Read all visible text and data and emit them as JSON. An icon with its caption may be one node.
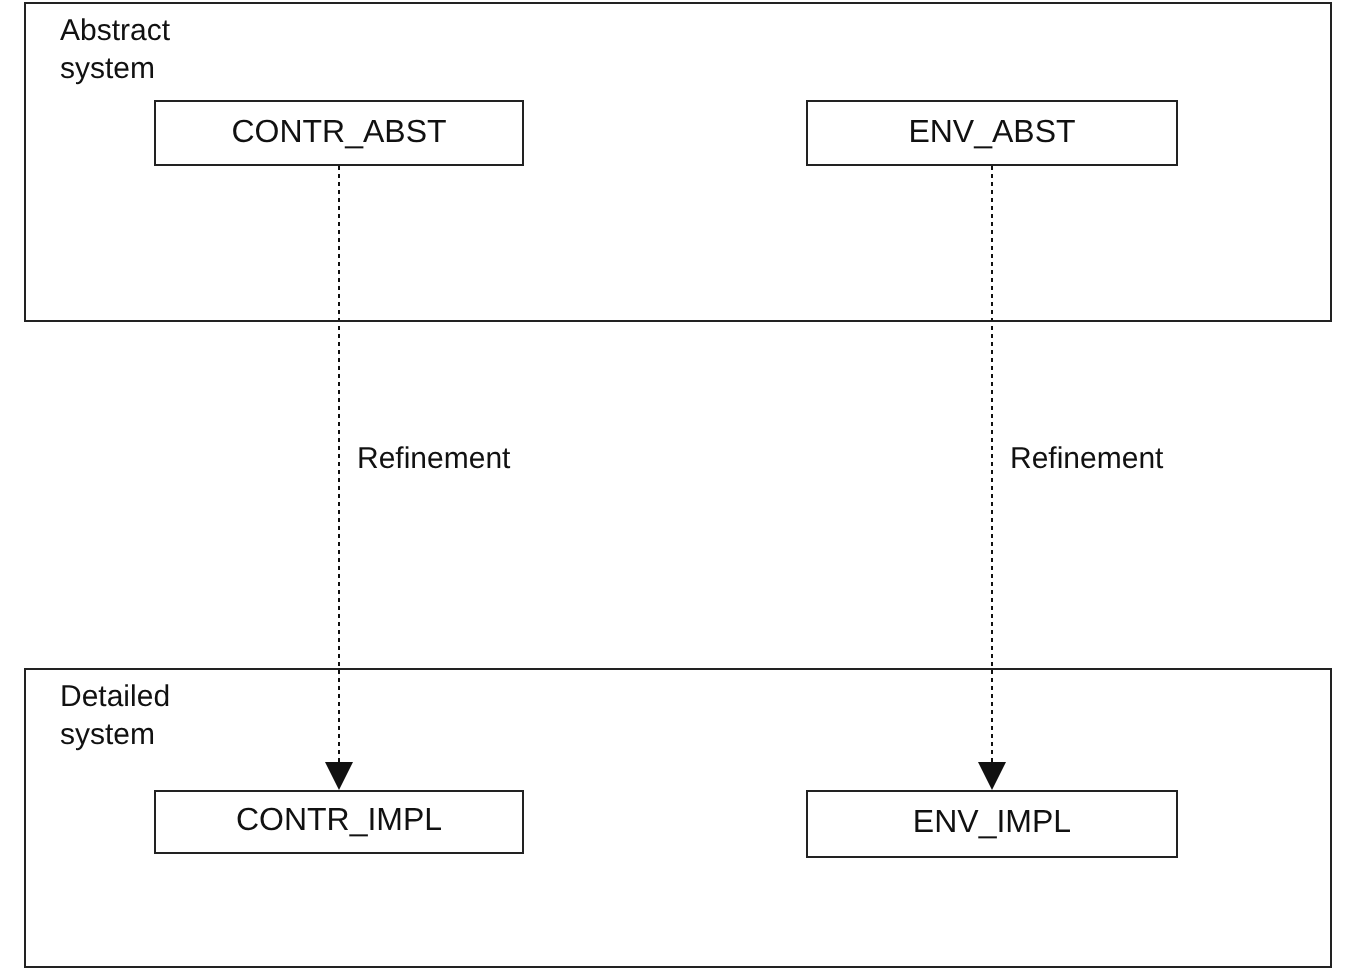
{
  "diagram": {
    "nodes": [
      {
        "text": [
          "Abstract system"
        ]
      },
      {
        "text": [
          "CONTR_ABST"
        ],
        "in": 0
      },
      {
        "text": [
          "ENV_ABST"
        ],
        "in": 0
      },
      {
        "text": [
          "Detailed system"
        ]
      },
      {
        "text": [
          "CONTR_IMPL"
        ],
        "in": 3
      },
      {
        "text": [
          "ENV_IMPL"
        ],
        "in": 3
      }
    ],
    "edges": [
      {
        "from": 1,
        "to": 4,
        "arrow": "to",
        "label": "Refinement",
        "style": "dashed"
      },
      {
        "from": 2,
        "to": 5,
        "arrow": "to",
        "label": "Refinement",
        "style": "dashed"
      }
    ]
  }
}
